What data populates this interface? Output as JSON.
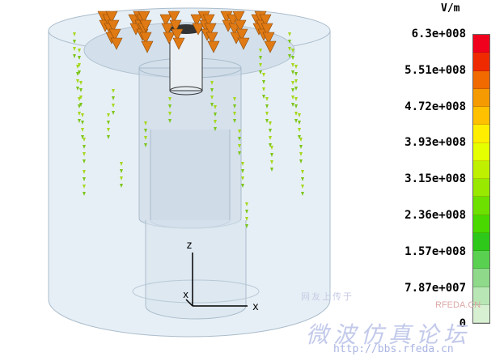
{
  "legend": {
    "unit": "V/m",
    "ticks": [
      "6.3e+008",
      "5.51e+008",
      "4.72e+008",
      "3.93e+008",
      "3.15e+008",
      "2.36e+008",
      "1.57e+008",
      "7.87e+007",
      "0"
    ],
    "colors": [
      "#f0001c",
      "#f02a00",
      "#f06a00",
      "#f59a00",
      "#ffc000",
      "#ffee00",
      "#e6ff00",
      "#bff000",
      "#98e800",
      "#6ee000",
      "#49d800",
      "#2ec81a",
      "#5ad050",
      "#8ed98a",
      "#b8e6b4",
      "#d7f0d2"
    ]
  },
  "axes": {
    "z": "z",
    "x": "x",
    "y": "x"
  },
  "watermark": {
    "small": "网友上传于",
    "big": "微波仿真论坛",
    "url": "http://bbs.rfeda.cn",
    "site": "RFEDA.CN"
  }
}
